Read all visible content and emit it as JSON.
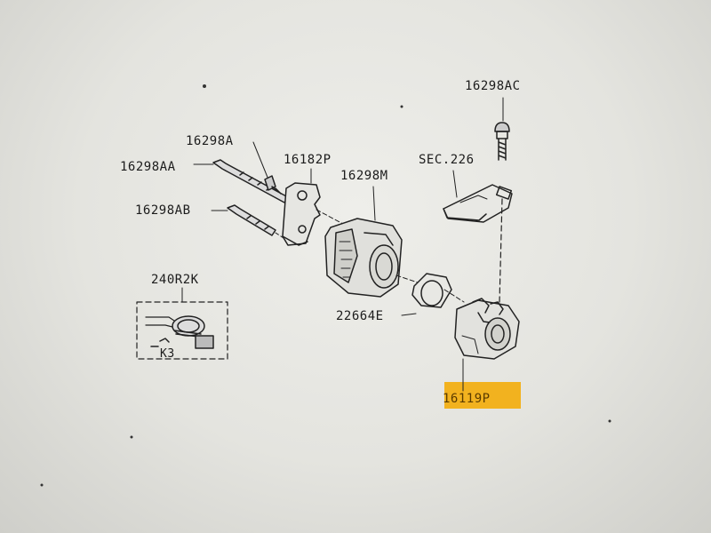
{
  "parts": {
    "p16298AC": "16298AC",
    "p16298A": "16298A",
    "p16182P": "16182P",
    "p16298M": "16298M",
    "pSEC226": "SEC.226",
    "p16298AA": "16298AA",
    "p16298AB": "16298AB",
    "p240R2K": "240R2K",
    "pK3": "K3",
    "p22664E": "22664E",
    "p16119P": "16119P"
  },
  "highlight_color": "#f2b21f"
}
